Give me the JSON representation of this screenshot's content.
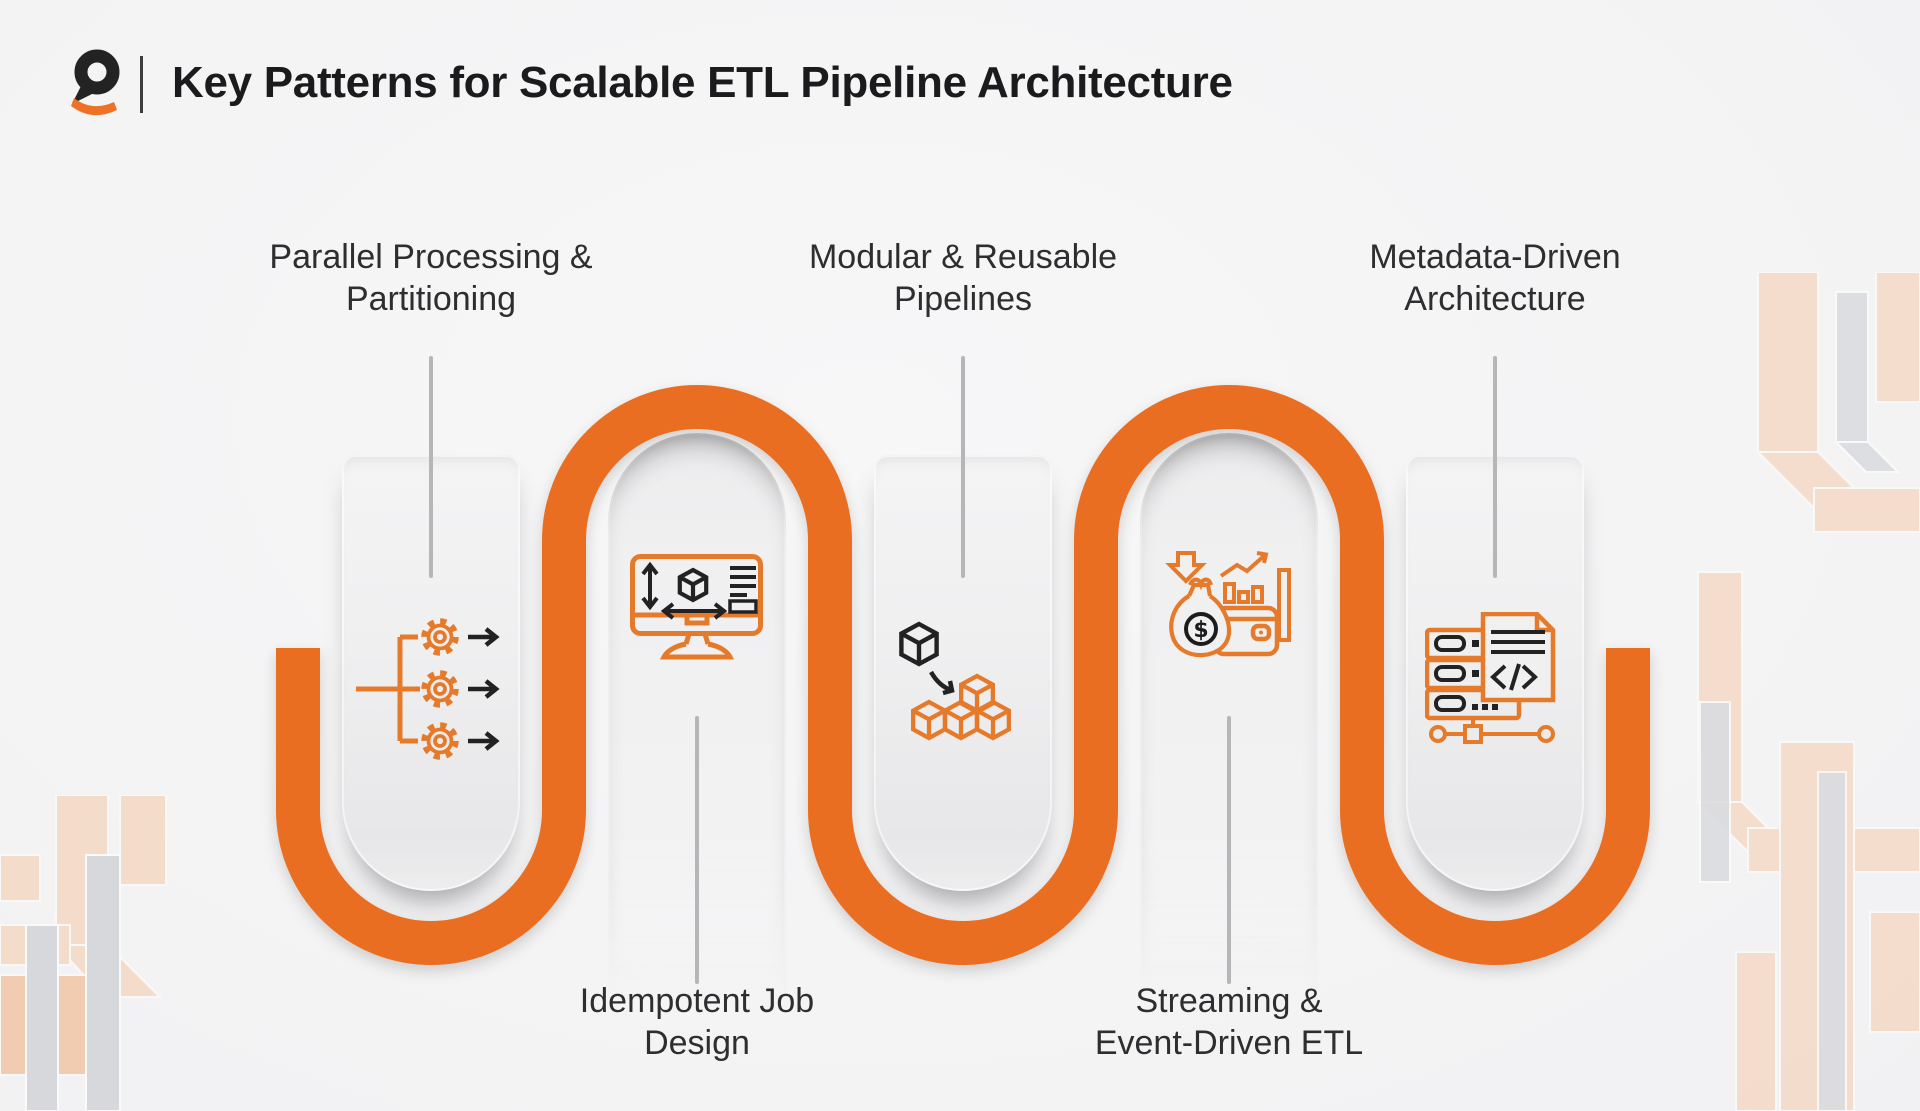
{
  "page": {
    "background": "#f4f4f5"
  },
  "header": {
    "logo_icon": "brand-q-logo",
    "logo_black": "#232323",
    "logo_orange": "#ED7226",
    "divider": "|",
    "title": "Key Patterns for Scalable ETL Pipeline Architecture",
    "title_color": "#1b1b1d"
  },
  "diagram": {
    "ribbon_color": "#EA6E24",
    "connector_color": "#b5b6b8",
    "label_color": "#2e2e30",
    "icon_stroke_orange": "#E67A2B",
    "icon_stroke_black": "#222222",
    "capsule_fill": "#efeff0",
    "steps": [
      {
        "label": [
          "Parallel Processing &",
          "Partitioning"
        ],
        "label_position": "top",
        "icon": "parallel-gears-icon"
      },
      {
        "label": [
          "Idempotent Job",
          "Design"
        ],
        "label_position": "bottom",
        "icon": "monitor-3d-cube-icon"
      },
      {
        "label": [
          "Modular & Reusable",
          "Pipelines"
        ],
        "label_position": "top",
        "icon": "stacked-cubes-icon"
      },
      {
        "label": [
          "Streaming &",
          "Event-Driven ETL"
        ],
        "label_position": "bottom",
        "icon": "money-analytics-wallet-icon"
      },
      {
        "label": [
          "Metadata-Driven",
          "Architecture"
        ],
        "label_position": "top",
        "icon": "server-code-document-icon"
      }
    ]
  }
}
